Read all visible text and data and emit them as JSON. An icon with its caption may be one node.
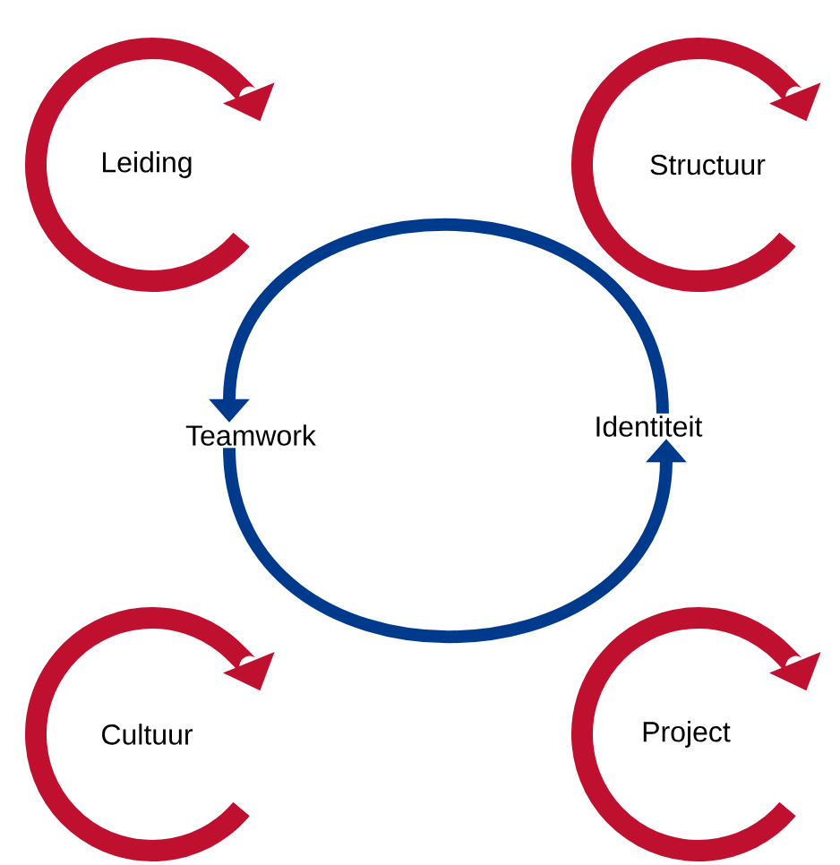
{
  "diagram": {
    "nodes": [
      {
        "text": [
          "Leiding"
        ]
      },
      {
        "text": [
          "Structuur"
        ]
      },
      {
        "text": [
          "Teamwork"
        ]
      },
      {
        "text": [
          "Identiteit"
        ]
      },
      {
        "text": [
          "Cultuur"
        ]
      },
      {
        "text": [
          "Project"
        ]
      }
    ],
    "edges": [
      {
        "from": 3,
        "to": 2,
        "arrow": "to"
      },
      {
        "from": 2,
        "to": 3,
        "arrow": "to"
      }
    ]
  }
}
